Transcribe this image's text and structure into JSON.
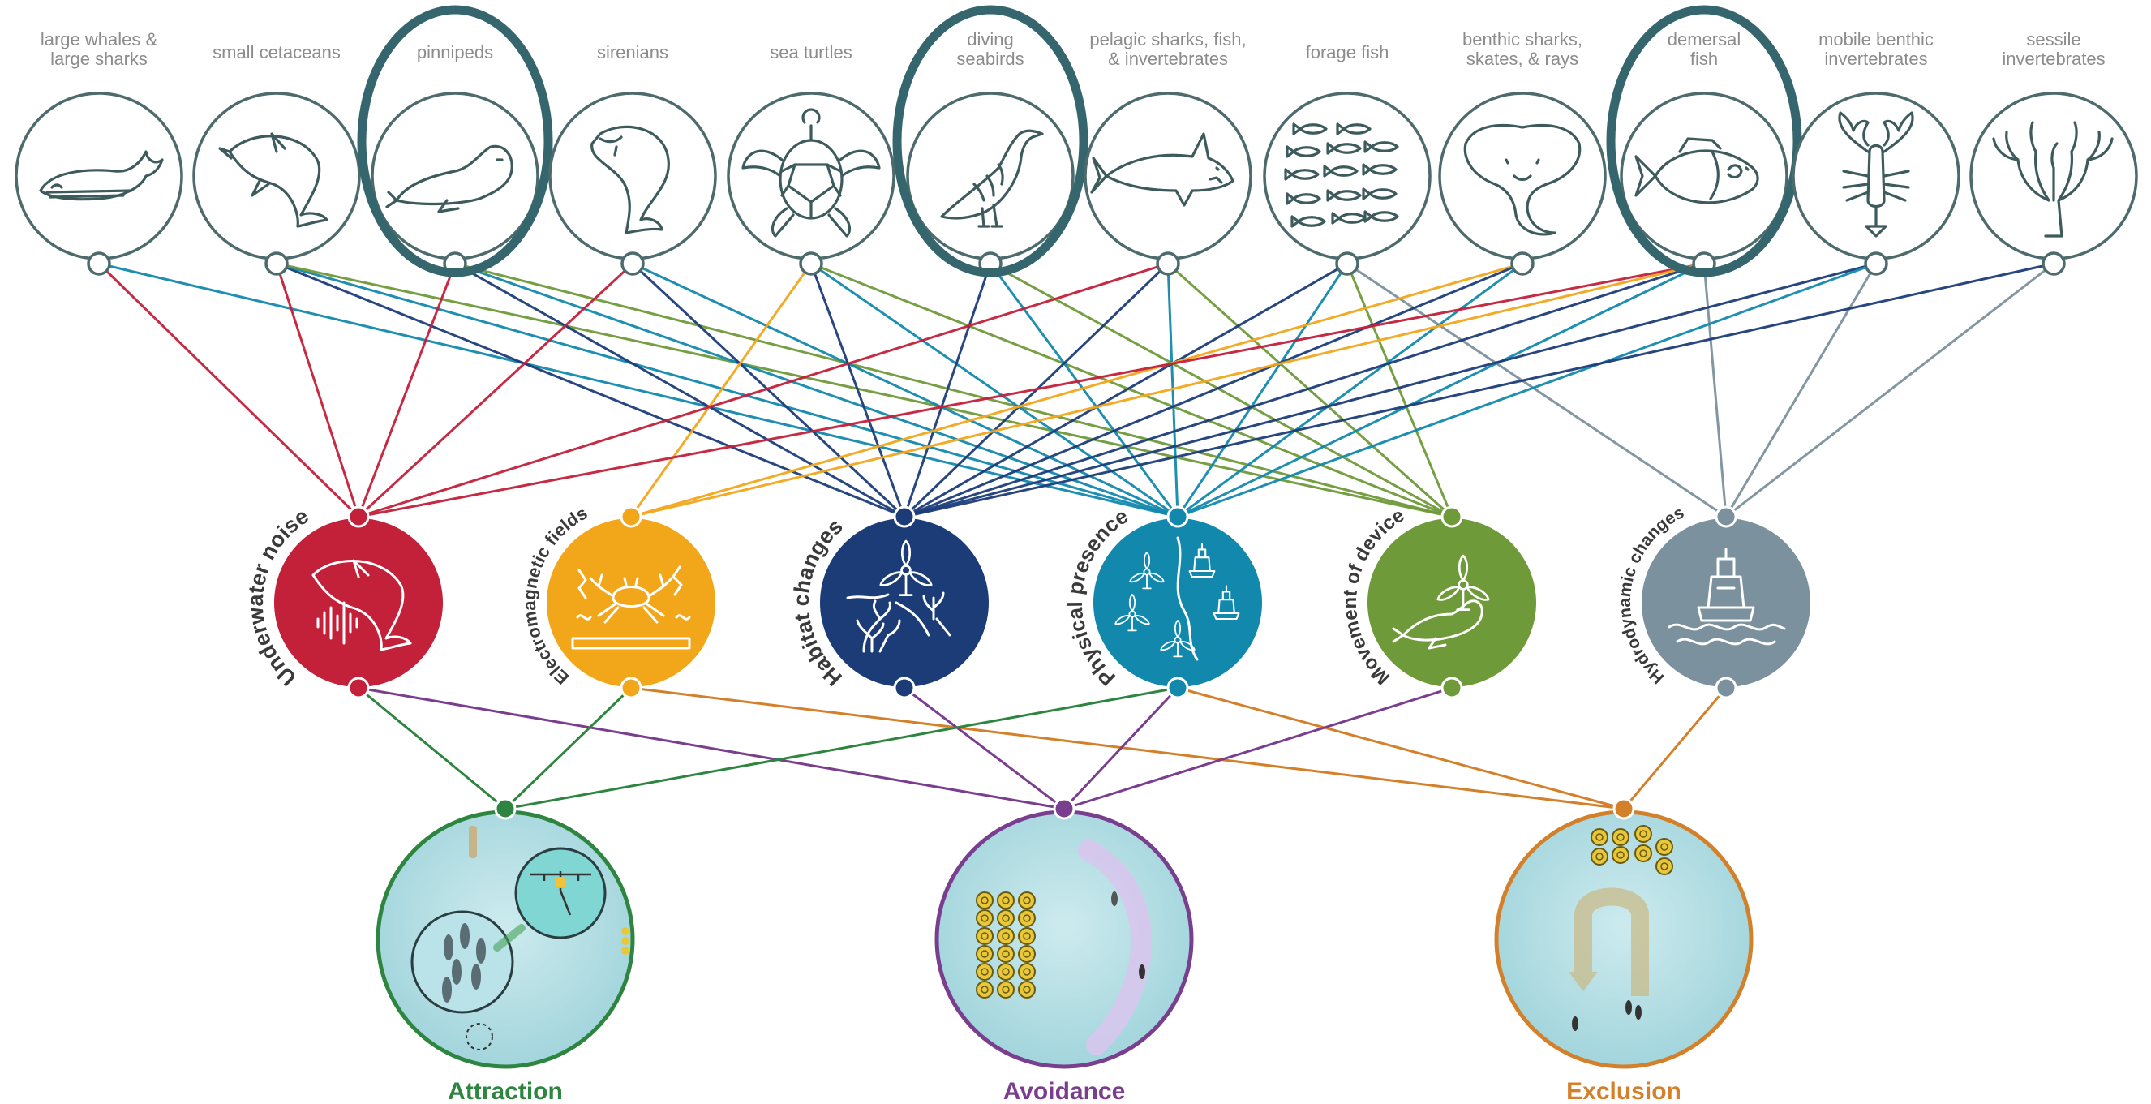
{
  "taxa": [
    {
      "id": "whales",
      "lines": [
        "large whales &",
        "large sharks"
      ],
      "icon": "whale-icon",
      "highlighted": false
    },
    {
      "id": "cetaceans",
      "lines": [
        "small cetaceans"
      ],
      "icon": "dolphin-icon",
      "highlighted": false
    },
    {
      "id": "pinnipeds",
      "lines": [
        "pinnipeds"
      ],
      "icon": "seal-icon",
      "highlighted": true
    },
    {
      "id": "sirenians",
      "lines": [
        "sirenians"
      ],
      "icon": "manatee-icon",
      "highlighted": false
    },
    {
      "id": "turtles",
      "lines": [
        "sea turtles"
      ],
      "icon": "turtle-icon",
      "highlighted": false
    },
    {
      "id": "seabirds",
      "lines": [
        "diving",
        "seabirds"
      ],
      "icon": "cormorant-icon",
      "highlighted": true
    },
    {
      "id": "pelagic",
      "lines": [
        "pelagic sharks, fish,",
        "& invertebrates"
      ],
      "icon": "shark-icon",
      "highlighted": false
    },
    {
      "id": "forage",
      "lines": [
        "forage fish"
      ],
      "icon": "fish-school-icon",
      "highlighted": false
    },
    {
      "id": "benthic",
      "lines": [
        "benthic sharks,",
        "skates, & rays"
      ],
      "icon": "ray-icon",
      "highlighted": false
    },
    {
      "id": "demersal",
      "lines": [
        "demersal",
        "fish"
      ],
      "icon": "fish-icon",
      "highlighted": true
    },
    {
      "id": "mobileinv",
      "lines": [
        "mobile benthic",
        "invertebrates"
      ],
      "icon": "lobster-icon",
      "highlighted": false
    },
    {
      "id": "sessile",
      "lines": [
        "sessile",
        "invertebrates"
      ],
      "icon": "coral-icon",
      "highlighted": false
    }
  ],
  "stressors": [
    {
      "id": "noise",
      "label": "Underwater noise",
      "color": "#c3203a",
      "icon": "dolphin-soundwave-icon"
    },
    {
      "id": "emf",
      "label": "Electromagnetic fields",
      "color": "#f2a71b",
      "icon": "crab-cable-icon"
    },
    {
      "id": "habitat",
      "label": "Habitat changes",
      "color": "#1c3c78",
      "icon": "habitat-turbine-coral-icon"
    },
    {
      "id": "presence",
      "label": "Physical presence",
      "color": "#1288ad",
      "icon": "turbines-buoys-icon"
    },
    {
      "id": "movement",
      "label": "Movement of device",
      "color": "#6f9a3a",
      "icon": "seal-turbine-icon"
    },
    {
      "id": "hydro",
      "label": "Hydrodynamic changes",
      "color": "#7b919d",
      "icon": "buoy-waves-icon"
    }
  ],
  "outcomes": [
    {
      "id": "attraction",
      "label": "Attraction",
      "color": "#2e8540"
    },
    {
      "id": "avoidance",
      "label": "Avoidance",
      "color": "#7a3e8f"
    },
    {
      "id": "exclusion",
      "label": "Exclusion",
      "color": "#d4802a"
    }
  ],
  "links_taxa_to_stressors": [
    [
      "whales",
      "noise"
    ],
    [
      "whales",
      "presence"
    ],
    [
      "cetaceans",
      "noise"
    ],
    [
      "cetaceans",
      "habitat"
    ],
    [
      "cetaceans",
      "presence"
    ],
    [
      "cetaceans",
      "movement"
    ],
    [
      "pinnipeds",
      "noise"
    ],
    [
      "pinnipeds",
      "habitat"
    ],
    [
      "pinnipeds",
      "presence"
    ],
    [
      "pinnipeds",
      "movement"
    ],
    [
      "sirenians",
      "noise"
    ],
    [
      "sirenians",
      "habitat"
    ],
    [
      "sirenians",
      "presence"
    ],
    [
      "turtles",
      "emf"
    ],
    [
      "turtles",
      "habitat"
    ],
    [
      "turtles",
      "presence"
    ],
    [
      "turtles",
      "movement"
    ],
    [
      "seabirds",
      "habitat"
    ],
    [
      "seabirds",
      "presence"
    ],
    [
      "seabirds",
      "movement"
    ],
    [
      "pelagic",
      "noise"
    ],
    [
      "pelagic",
      "habitat"
    ],
    [
      "pelagic",
      "presence"
    ],
    [
      "pelagic",
      "movement"
    ],
    [
      "forage",
      "habitat"
    ],
    [
      "forage",
      "presence"
    ],
    [
      "forage",
      "movement"
    ],
    [
      "forage",
      "hydro"
    ],
    [
      "benthic",
      "emf"
    ],
    [
      "benthic",
      "habitat"
    ],
    [
      "benthic",
      "presence"
    ],
    [
      "demersal",
      "noise"
    ],
    [
      "demersal",
      "emf"
    ],
    [
      "demersal",
      "habitat"
    ],
    [
      "demersal",
      "presence"
    ],
    [
      "demersal",
      "hydro"
    ],
    [
      "mobileinv",
      "habitat"
    ],
    [
      "mobileinv",
      "presence"
    ],
    [
      "mobileinv",
      "hydro"
    ],
    [
      "sessile",
      "habitat"
    ],
    [
      "sessile",
      "hydro"
    ]
  ],
  "links_stressors_to_outcomes": [
    [
      "noise",
      "attraction"
    ],
    [
      "noise",
      "avoidance"
    ],
    [
      "emf",
      "attraction"
    ],
    [
      "emf",
      "exclusion"
    ],
    [
      "habitat",
      "avoidance"
    ],
    [
      "presence",
      "attraction"
    ],
    [
      "presence",
      "avoidance"
    ],
    [
      "presence",
      "exclusion"
    ],
    [
      "movement",
      "avoidance"
    ],
    [
      "hydro",
      "exclusion"
    ]
  ]
}
